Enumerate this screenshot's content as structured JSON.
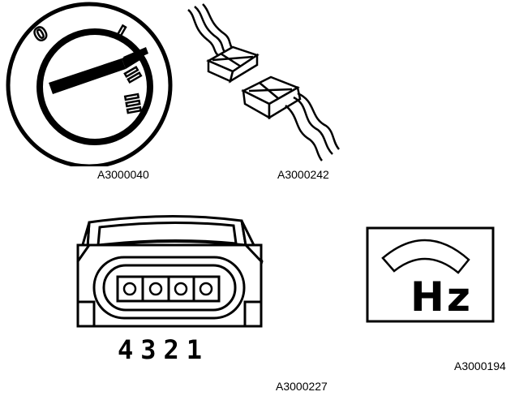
{
  "figures": [
    {
      "id": "ignition_switch",
      "caption": "A3000040",
      "icon": "ignition-key-switch-icon"
    },
    {
      "id": "wire_connector",
      "caption": "A3000242",
      "icon": "connector-pair-icon"
    },
    {
      "id": "sensor_plug",
      "caption": "A3000227",
      "icon": "four-pin-plug-icon",
      "pin_label": "4321"
    },
    {
      "id": "frequency_meter",
      "caption": "A3000194",
      "icon": "frequency-meter-icon",
      "unit_label": "Hz"
    }
  ],
  "ignition_switch": {
    "positions": [
      "0",
      "I",
      "II",
      "III"
    ]
  }
}
